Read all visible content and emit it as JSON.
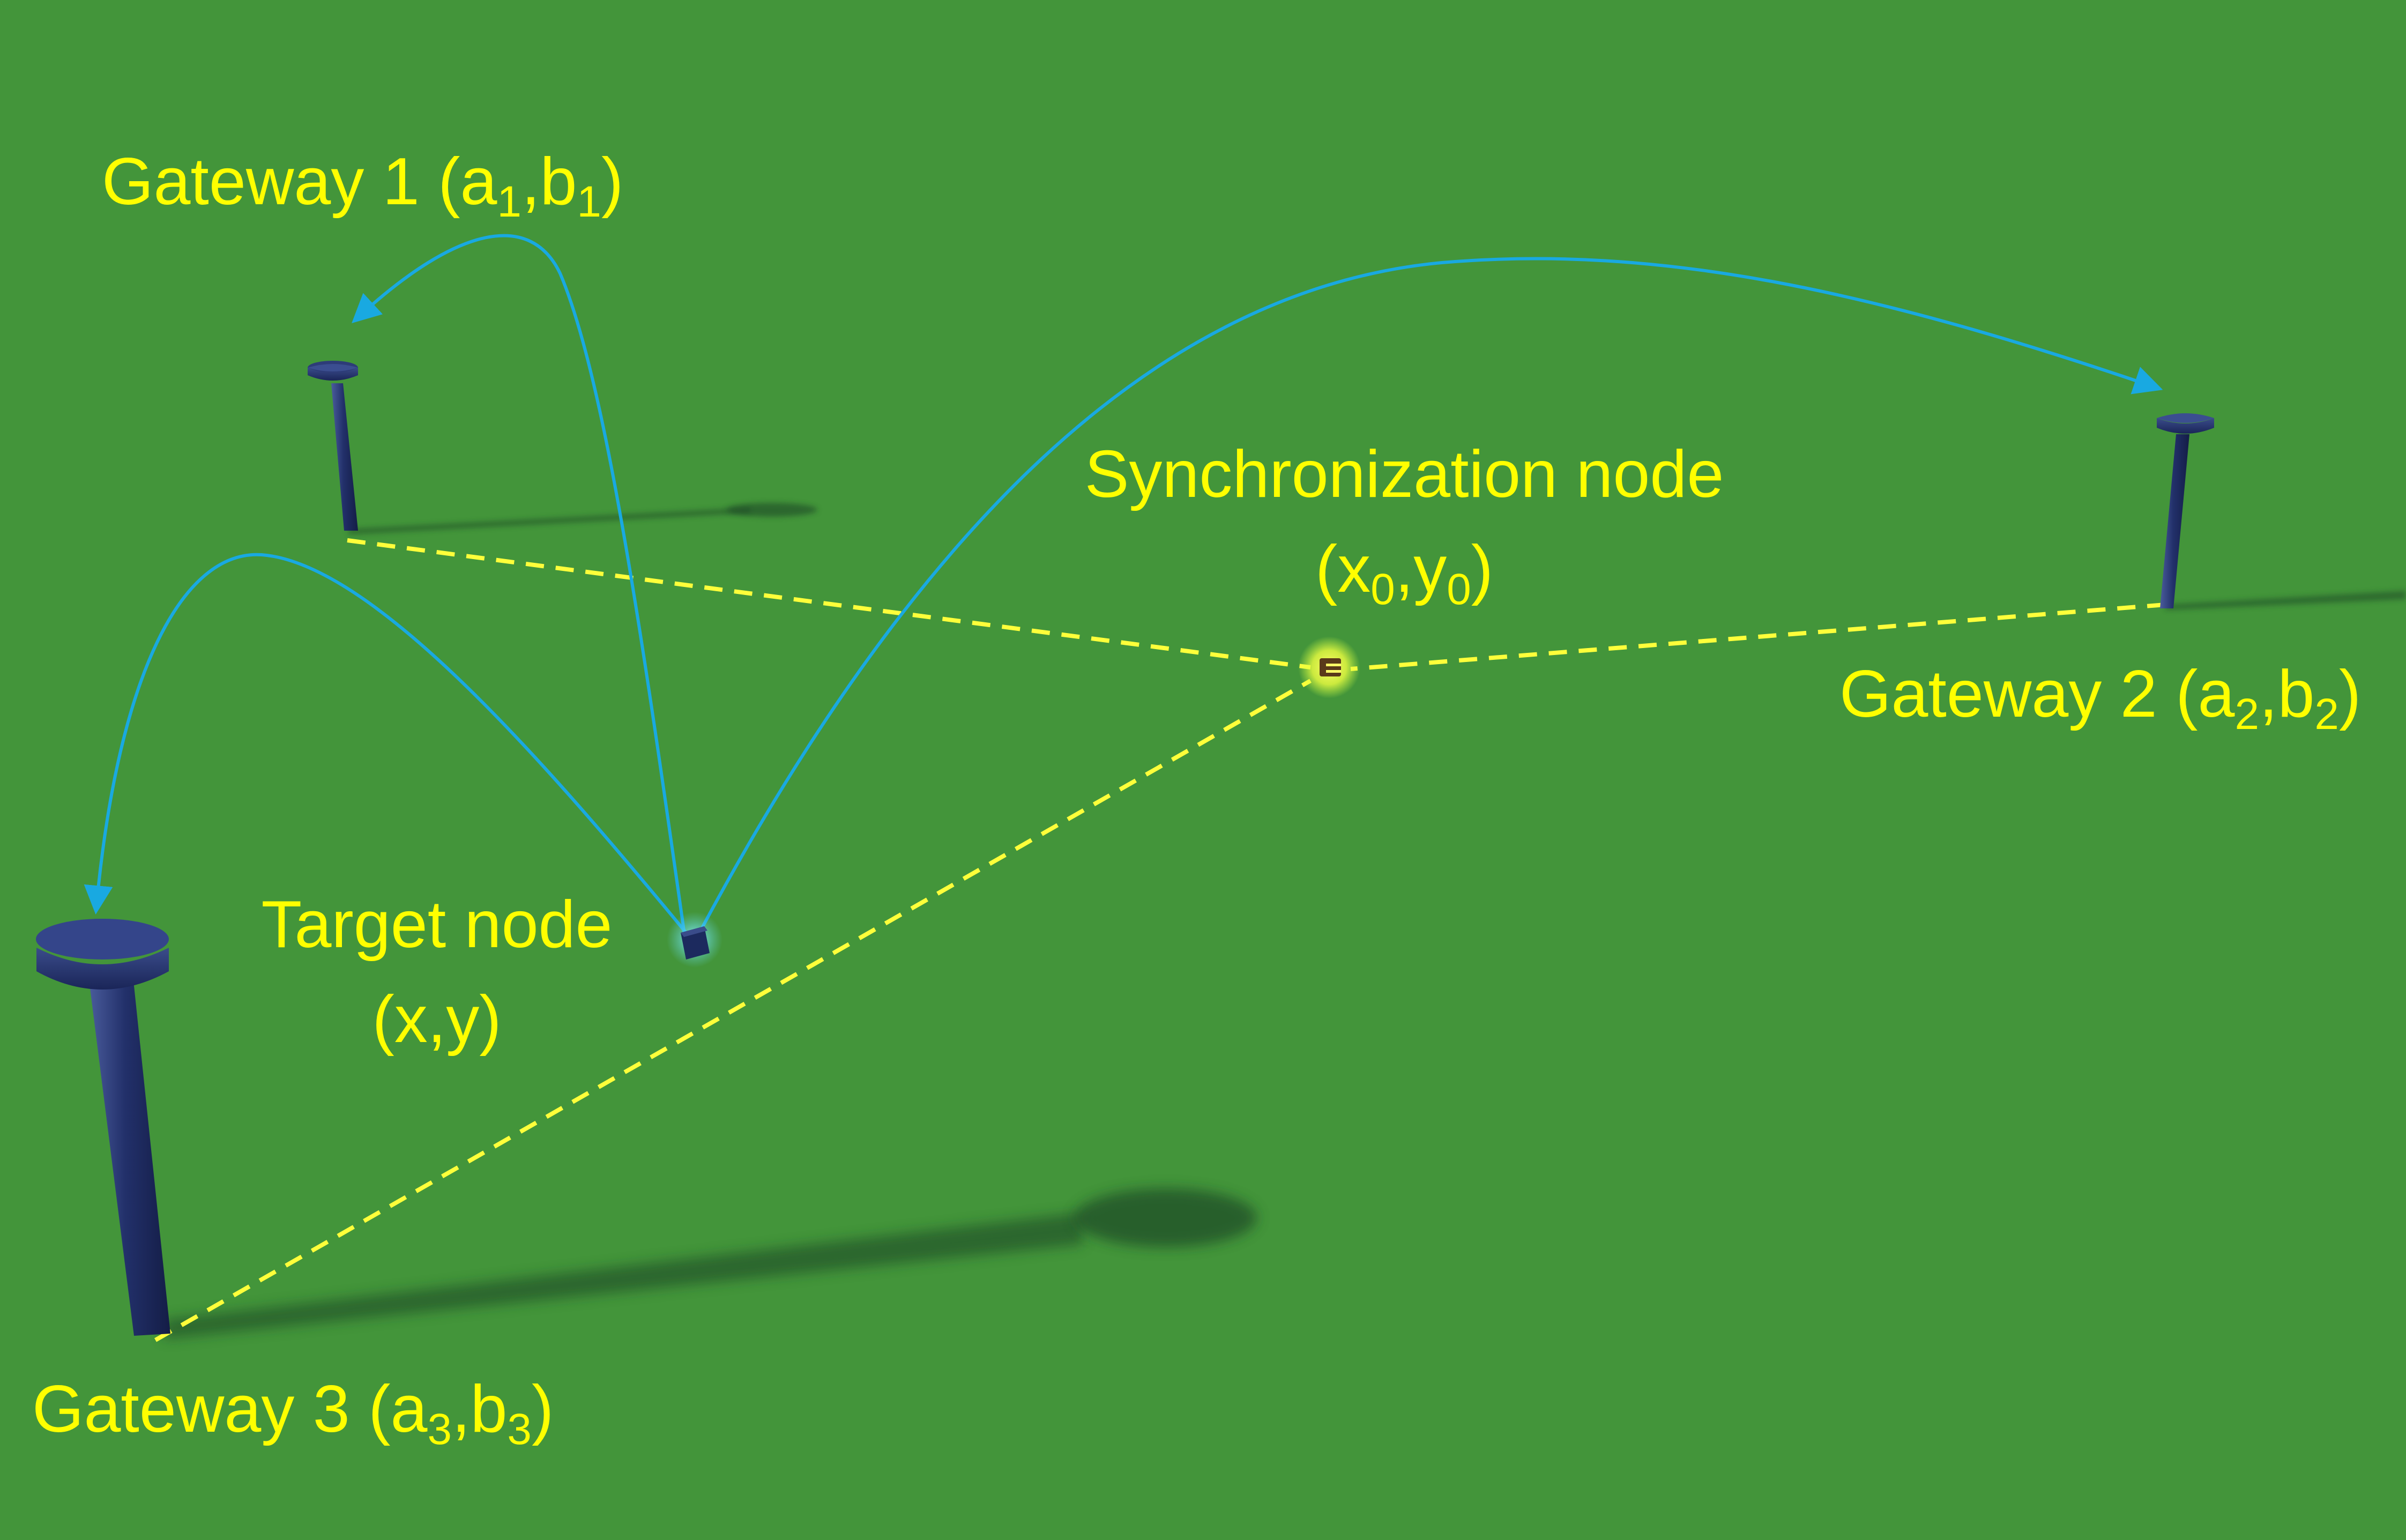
{
  "colors": {
    "background": "#43953a",
    "label_text": "#ffff00",
    "signal_arrow": "#19a9e1",
    "dashed_link": "#ffff3a",
    "gateway_pole": "#1c2a5e",
    "shadow": "#1f4a28",
    "sync_glow": "#ffff66"
  },
  "labels": {
    "gateway1": {
      "name": "Gateway 1",
      "open": " (a",
      "sub1": "1",
      "mid": ",b",
      "sub2": "1",
      "close": ")"
    },
    "gateway2": {
      "name": "Gateway 2",
      "open": " (a",
      "sub1": "2",
      "mid": ",b",
      "sub2": "2",
      "close": ")"
    },
    "gateway3": {
      "name": "Gateway 3",
      "open": " (a",
      "sub1": "3",
      "mid": ",b",
      "sub2": "3",
      "close": ")"
    },
    "sync": {
      "line1": "Synchronization node",
      "open": "(x",
      "sub1": "0",
      "mid": ",y",
      "sub2": "0",
      "close": ")"
    },
    "target": {
      "line1": "Target node",
      "line2": "(x,y)"
    }
  },
  "icons": {
    "gateway": "antenna-pole-icon",
    "target": "target-node-icon",
    "sync": "sync-node-icon"
  }
}
